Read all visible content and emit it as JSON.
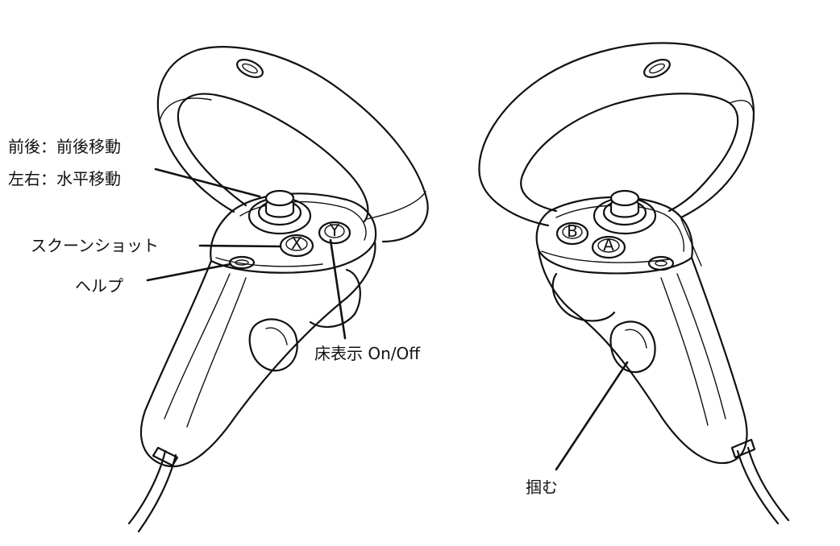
{
  "labels": {
    "move_forward_back": "前後：前後移動",
    "move_left_right": "左右：水平移動",
    "screenshot": "スクーンショット",
    "help": "ヘルプ",
    "floor_display": "床表示 On/Off",
    "grab": "掴む"
  },
  "button_glyphs": {
    "x": "X",
    "y": "Y",
    "a": "A",
    "b": "B"
  }
}
